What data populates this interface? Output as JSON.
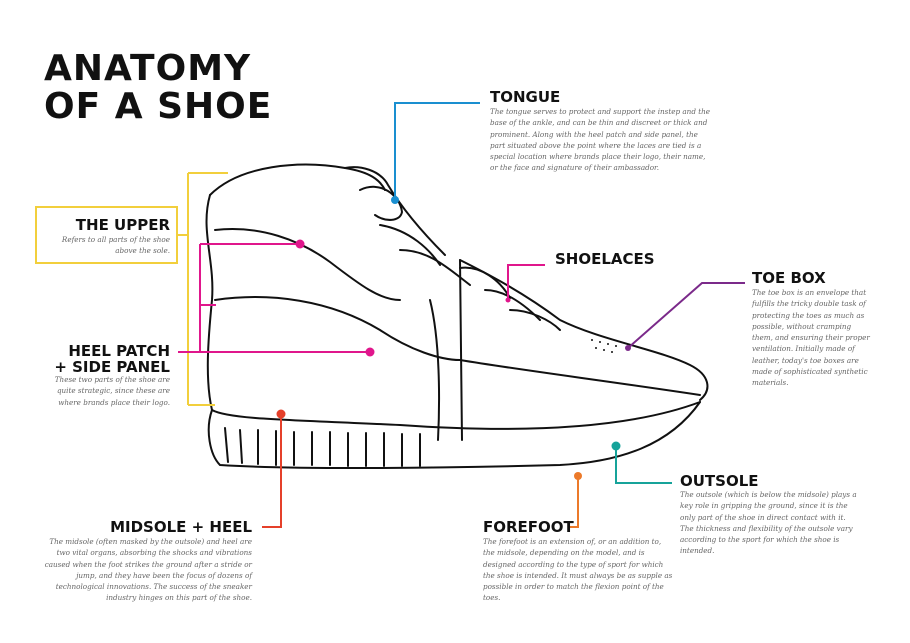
{
  "title": {
    "line1": "ANATOMY",
    "line2": "OF A SHOE"
  },
  "colors": {
    "upper": "#f2cf3c",
    "heel_patch": "#e0168c",
    "tongue": "#1a8fd0",
    "toe_box": "#7b2a8a",
    "midsole": "#e5402a",
    "forefoot": "#ec7a2a",
    "outsole": "#16a39a"
  },
  "parts": {
    "tongue": {
      "heading": "TONGUE",
      "text": "The tongue serves to protect and support the instep and the base of the ankle, and can be thin and discreet or thick and prominent. Along with the heel patch and side panel, the part situated above the point where the laces are tied is a special location where brands place their logo, their name, or the face and signature of their ambassador."
    },
    "upper": {
      "heading": "THE UPPER",
      "text": "Refers to all parts of the shoe above the sole."
    },
    "shoelaces": {
      "heading": "SHOELACES"
    },
    "toe_box": {
      "heading": "TOE BOX",
      "text": "The toe box is an envelope that fulfills the tricky double task of protecting the toes as much as possible, without cramping them, and ensuring their proper ventilation. Initially made of leather, today's toe boxes are made of sophisticated synthetic materials."
    },
    "heel_patch": {
      "heading_line1": "HEEL PATCH",
      "heading_line2": "+ SIDE PANEL",
      "text": "These two parts of the shoe are quite strategic, since these are where brands place their logo."
    },
    "outsole": {
      "heading": "OUTSOLE",
      "text": "The outsole (which is below the midsole) plays a key role in gripping the ground, since it is the only part of the shoe in direct contact with it. The thickness and flexibility of the outsole vary according to the sport for which the shoe is intended."
    },
    "midsole": {
      "heading": "MIDSOLE + HEEL",
      "text": "The midsole (often masked by the outsole) and heel are two vital organs, absorbing the shocks and vibrations caused when the foot strikes the ground after a stride or jump, and they have been the focus of dozens of technological innovations. The success of the sneaker industry hinges on this part of the shoe."
    },
    "forefoot": {
      "heading": "FOREFOOT",
      "text": "The forefoot is an extension of, or an addition to, the midsole, depending on the model, and is designed according to the type of sport for which the shoe is intended. It must always be as supple as possible in order to match the flexion point of the toes."
    }
  }
}
